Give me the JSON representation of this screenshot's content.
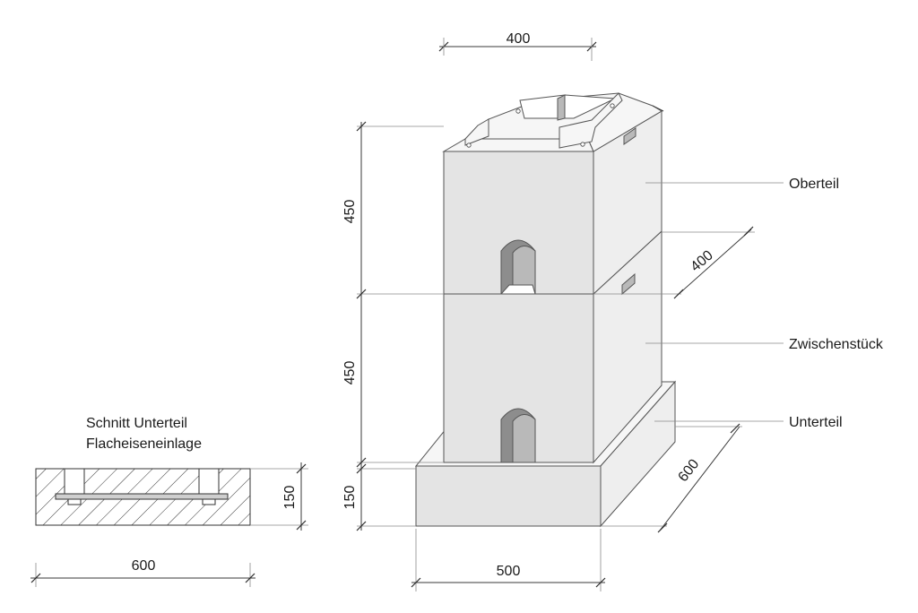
{
  "section": {
    "title_line1": "Schnitt Unterteil",
    "title_line2": "Flacheiseneinlage"
  },
  "labels": {
    "top_part": "Oberteil",
    "middle_part": "Zwischenstück",
    "base_part": "Unterteil"
  },
  "dimensions": {
    "top_width": "400",
    "top_height": "450",
    "middle_height": "450",
    "base_height": "150",
    "section_height": "150",
    "section_width": "600",
    "front_width": "500",
    "depth_base": "600",
    "depth_upper": "400"
  }
}
